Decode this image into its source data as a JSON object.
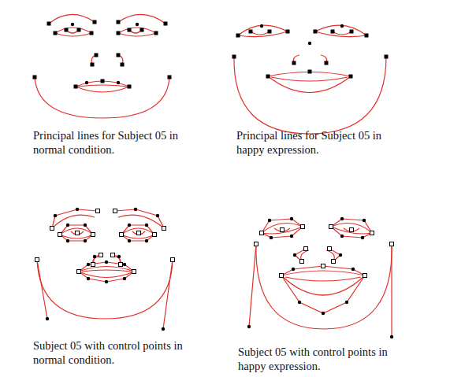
{
  "diagram": {
    "labels": [
      "Principal lines for Subject 05 in normal condition.",
      "Principal lines for Subject 05 in happy expression.",
      "Subject 05 with control points in normal condition.",
      "Subject 05 with control points in happy expression."
    ]
  }
}
